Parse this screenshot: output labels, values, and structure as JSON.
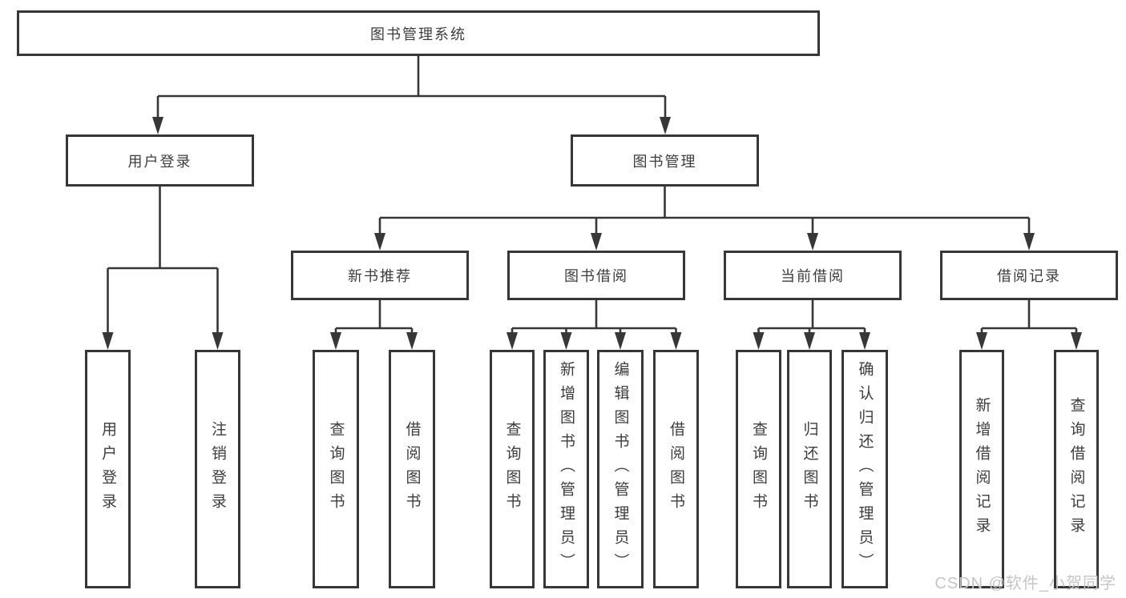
{
  "colors": {
    "line": "#373737",
    "text": "#3d3d3d",
    "watermark": "#c6c6c6",
    "background": "#ffffff"
  },
  "tree": {
    "root": "图书管理系统",
    "branches": [
      {
        "label": "用户登录",
        "children": [
          "用户登录",
          "注销登录"
        ]
      },
      {
        "label": "图书管理",
        "groups": [
          {
            "label": "新书推荐",
            "children": [
              "查询图书",
              "借阅图书"
            ]
          },
          {
            "label": "图书借阅",
            "children": [
              "查询图书",
              "新增图书（管理员）",
              "编辑图书（管理员）",
              "借阅图书"
            ]
          },
          {
            "label": "当前借阅",
            "children": [
              "查询图书",
              "归还图书",
              "确认归还（管理员）"
            ]
          },
          {
            "label": "借阅记录",
            "children": [
              "新增借阅记录",
              "查询借阅记录"
            ]
          }
        ]
      }
    ]
  },
  "watermark": "CSDN @软件_小贺同学"
}
